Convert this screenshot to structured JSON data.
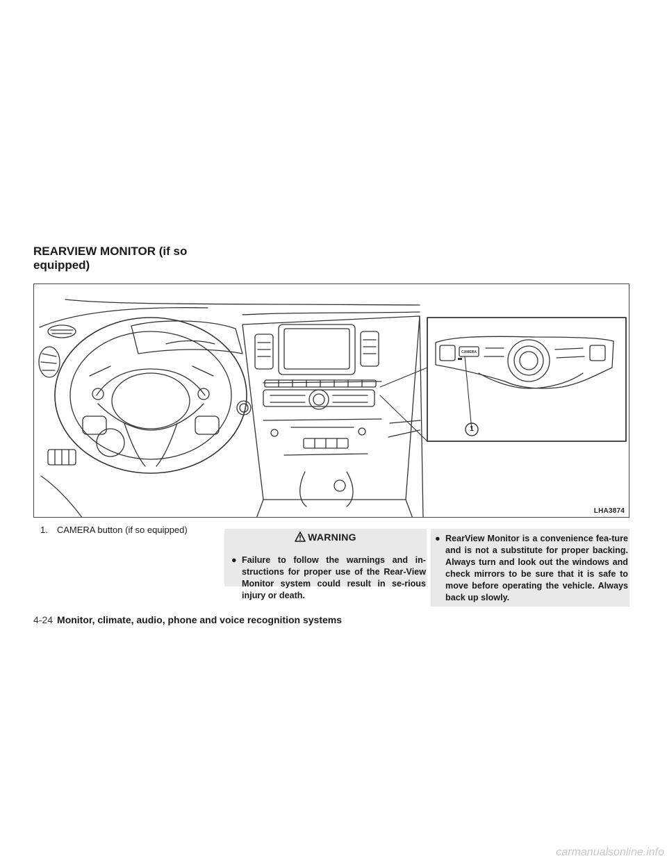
{
  "section": {
    "title_line1": "REARVIEW MONITOR (if so",
    "title_line2": "equipped)"
  },
  "figure": {
    "code": "LHA3874",
    "callout_number": "1",
    "button_label": "CAMERA"
  },
  "caption": "1. CAMERA button (if so equipped)",
  "warning": {
    "header": "WARNING",
    "icon": "warning-triangle-icon",
    "bullet_symbol": "●",
    "items": [
      "Failure to follow the warnings and in-structions for proper use of the Rear-View Monitor system could result in se-rious injury or death.",
      "RearView Monitor is a convenience fea-ture and is not a substitute for proper backing. Always turn and look out the windows and check mirrors to be sure that it is safe to move before operating the vehicle. Always back up slowly."
    ]
  },
  "footer": {
    "page_number": "4-24",
    "section_name": "Monitor, climate, audio, phone and voice recognition systems"
  },
  "watermark": "carmanualsonline.info"
}
